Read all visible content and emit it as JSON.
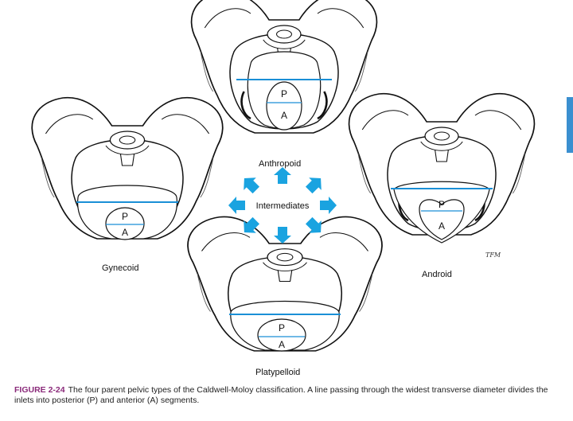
{
  "figure": {
    "number": "FIGURE 2-24",
    "caption": "The four parent pelvic types of the Caldwell-Moloy classification. A line passing through the widest transverse diameter divides the inlets into posterior (P) and anterior (A) segments."
  },
  "pelvis_types": [
    {
      "id": "anthropoid",
      "label": "Anthropoid",
      "posterior": "P",
      "anterior": "A"
    },
    {
      "id": "gynecoid",
      "label": "Gynecoid",
      "posterior": "P",
      "anterior": "A"
    },
    {
      "id": "android",
      "label": "Android",
      "posterior": "P",
      "anterior": "A"
    },
    {
      "id": "platypelloid",
      "label": "Platypelloid",
      "posterior": "P",
      "anterior": "A"
    }
  ],
  "center": {
    "label": "Intermediates",
    "arrow_count": 8
  },
  "colors": {
    "transverse_line": "#1a8fd6",
    "arrows": "#1aa3e0",
    "figure_number": "#8a2a7a",
    "edge_tab": "#3a8fd0"
  },
  "icons": [
    "pelvis-illustration",
    "arrow-icon"
  ]
}
